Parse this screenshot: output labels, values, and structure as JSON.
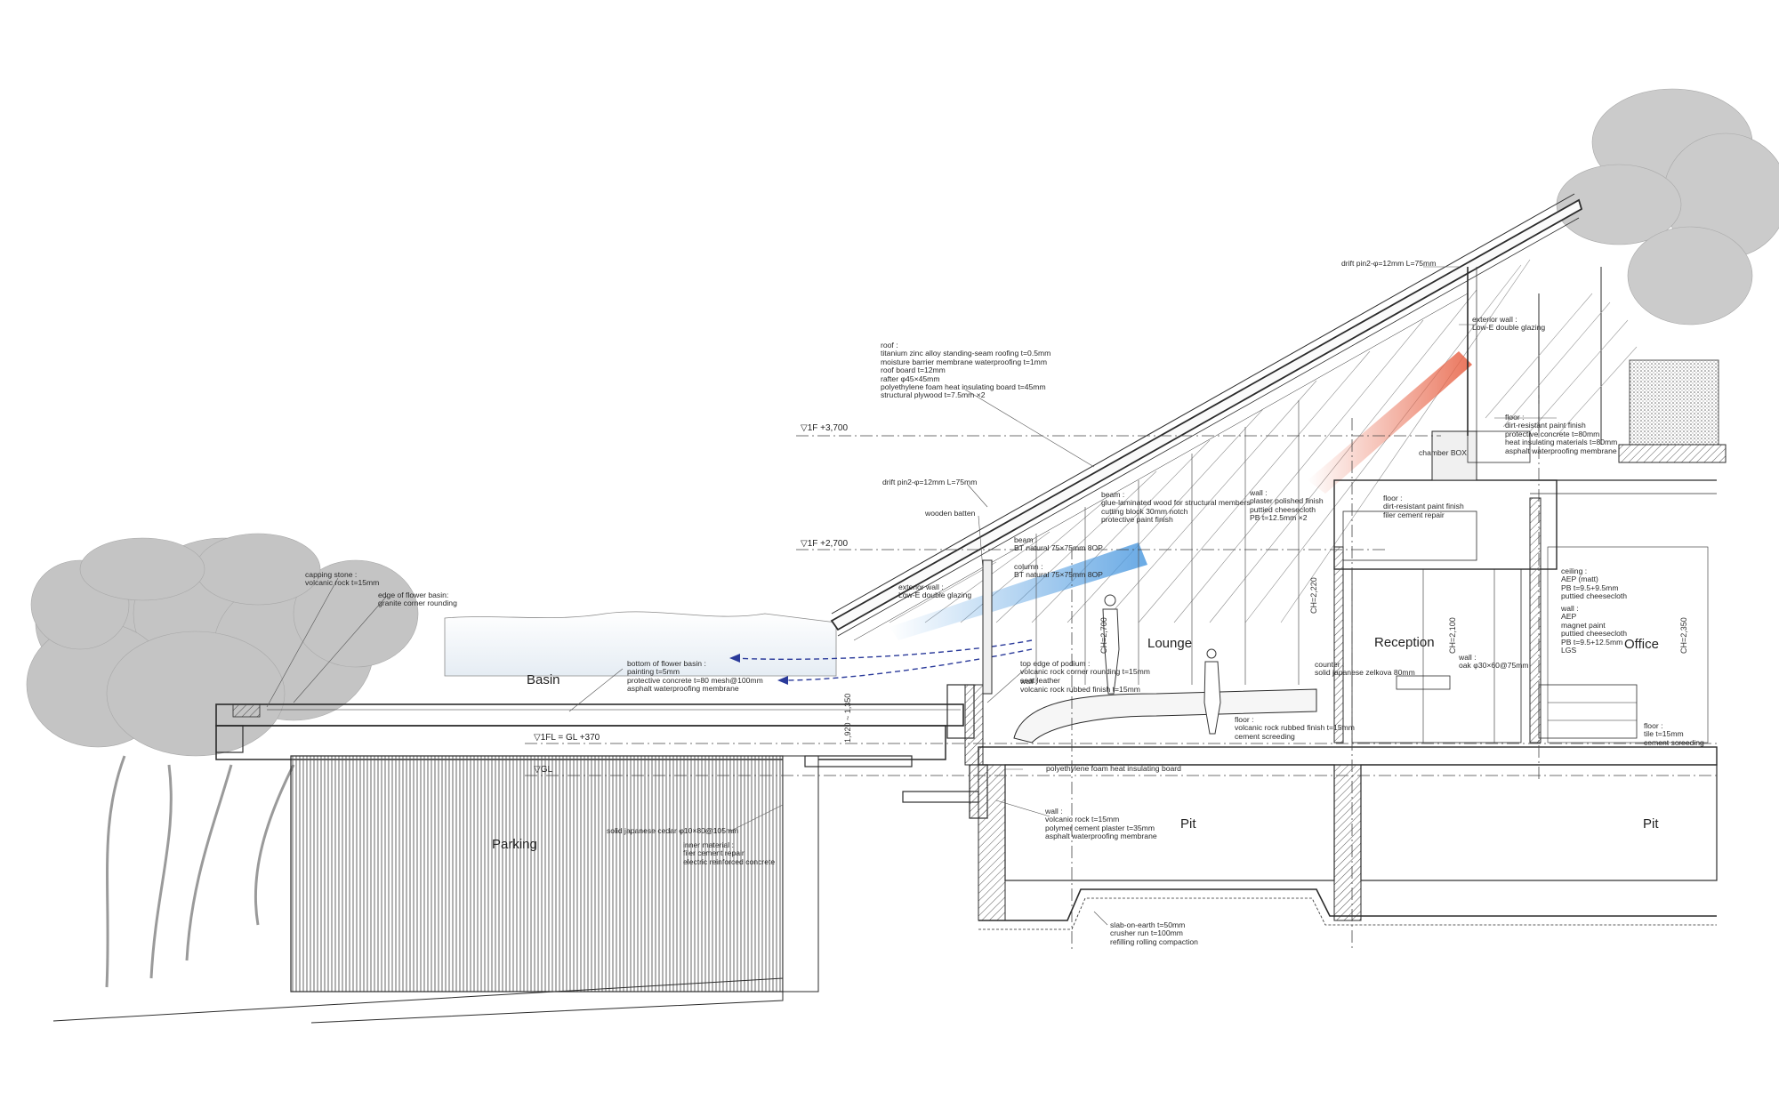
{
  "rooms": {
    "basin": "Basin",
    "lounge": "Lounge",
    "reception": "Reception",
    "office": "Office",
    "parking": "Parking",
    "pit_left": "Pit",
    "pit_right": "Pit"
  },
  "levels": {
    "l3700": "▽1F +3,700",
    "l2700": "▽1F +2,700",
    "fl": "▽1FL = GL +370",
    "gl": "▽GL"
  },
  "dimensions": {
    "lounge_ch": "CH=2,700",
    "reception_ch": "CH=2,100",
    "office_ch": "CH=2,350",
    "basin_dim": "1,920 ~ 1,350",
    "wall_dim": "CH=2,220"
  },
  "notes": {
    "roof": [
      "roof :",
      "titanium zinc alloy standing-seam roofing t=0.5mm",
      "moisture barrier membrane waterproofing t=1mm",
      "roof board t=12mm",
      "rafter φ45×45mm",
      "polyethylene foam heat insulating board t=45mm",
      "structural plywood t=7.5mm ×2"
    ],
    "drift_pin_top": [
      "drift pin2-φ=12mm L=75mm"
    ],
    "exterior_wall": [
      "exterior wall :",
      "Low-E double glazing"
    ],
    "floor_upper": [
      "floor :",
      "dirt-resistant paint finish",
      "protective concrete t=80mm",
      "heat insulating materials t=80mm",
      "asphalt waterproofing membrane"
    ],
    "chamber_box": [
      "chamber BOX"
    ],
    "floor_mid": [
      "floor :",
      "dirt-resistant paint finish",
      "filer cement repair"
    ],
    "beam_roof": [
      "beam :",
      "glue-laminated wood for structural members",
      "cutting block 30mm notch",
      "protective paint finish"
    ],
    "wall_plaster": [
      "wall :",
      "plaster polished finish",
      "puttied cheesecloth",
      "PB t=12.5mm ×2"
    ],
    "drift_pin_mid": [
      "drift pin2-φ=12mm L=75mm"
    ],
    "wooden_batten": [
      "wooden batten"
    ],
    "beam_mid": [
      "beam :",
      "BT natural 75×75mm 8OP"
    ],
    "column": [
      "column :",
      "BT natural 75×75mm 8OP"
    ],
    "exterior_wall_2": [
      "exterior wall :",
      "Low-E double glazing"
    ],
    "ceiling": [
      "ceiling :",
      "AEP (matt)",
      "PB t=9.5+9.5mm",
      "puttied cheesecloth"
    ],
    "wall_office": [
      "wall :",
      "AEP",
      "magnet paint",
      "puttied cheesecloth",
      "PB t=9.5+12.5mm",
      "LGS"
    ],
    "capping_stone": [
      "capping stone :",
      "volcanic rock t=15mm"
    ],
    "flower_basin_edge": [
      "edge of flower basin:",
      "granite corner rounding"
    ],
    "flower_basin_bottom": [
      "bottom of flower basin :",
      "painting t=5mm",
      "protective concrete t=80 mesh@100mm",
      "asphalt waterproofing membrane"
    ],
    "podium": [
      "top edge of podium :",
      "volcanic rock corner rounding t=15mm",
      "seat leather"
    ],
    "podium_wall": [
      "wall :",
      "volcanic rock rubbed finish t=15mm"
    ],
    "counter": [
      "counter :",
      "solid japanese zelkova   80mm"
    ],
    "wall_oak": [
      "wall :",
      "oak φ30×60@75mm"
    ],
    "floor_lounge": [
      "floor :",
      "volcanic rock rubbed finish t=15mm",
      "cement screeding"
    ],
    "floor_office": [
      "floor :",
      "tile t=15mm",
      "cement screeding"
    ],
    "poly_foam": [
      "polyethylene foam heat insulating board"
    ],
    "parking_wall": [
      "solid japanese cedar φ10×80@105mm"
    ],
    "parking_inner": [
      "inner material :",
      "filer cement repair",
      "electric reinforced concrete"
    ],
    "wall_pit": [
      "wall :",
      "volcanic rock t=15mm",
      "polymer cement plaster t=35mm",
      "asphalt waterproofing membrane"
    ],
    "slab": [
      "slab-on-earth t=50mm",
      "crusher run t=100mm",
      "refilling rolling compaction"
    ]
  },
  "colors": {
    "line": "#2b2b2b",
    "light_line": "#9a9a9a",
    "tree": "#b4b4b4",
    "blue_flow": "#4f9be0",
    "red_flow": "#e8664a",
    "arrow": "#2a3a9a"
  }
}
